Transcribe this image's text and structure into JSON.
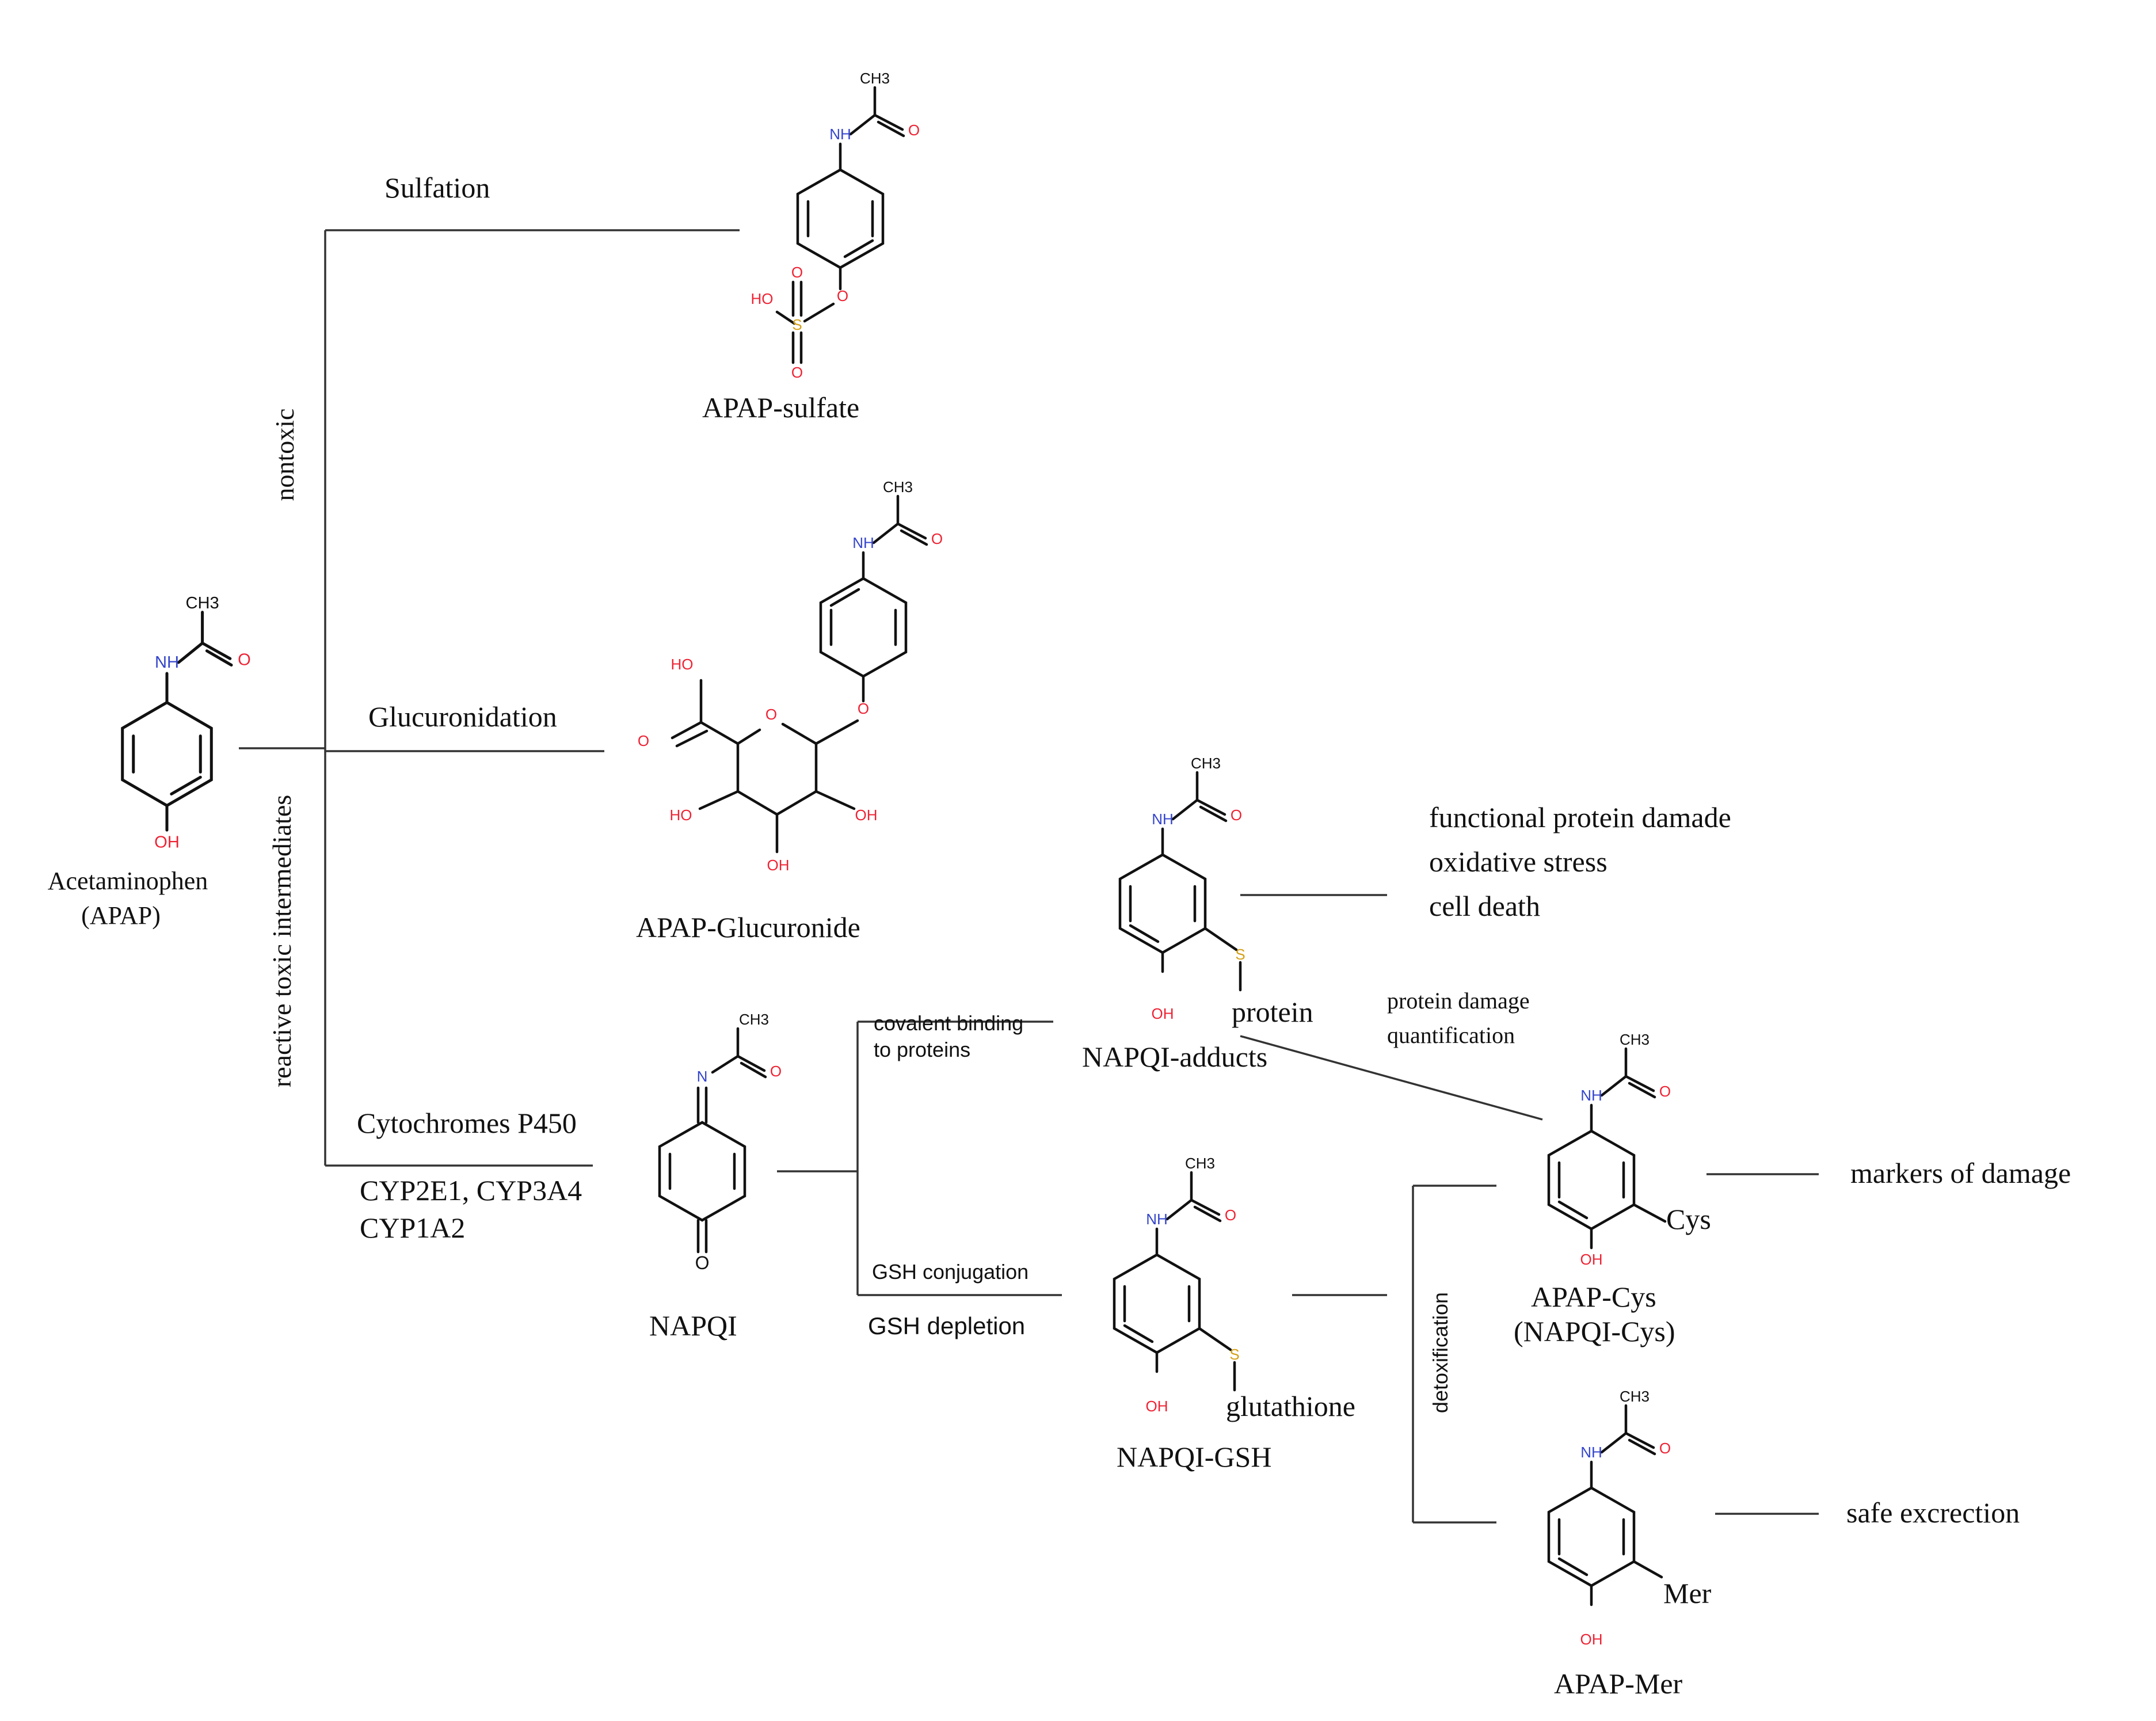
{
  "pathways": {
    "sulfation": "Sulfation",
    "glucuronidation": "Glucuronidation",
    "cytochromes": "Cytochromes P450",
    "cyp_line1": "CYP2E1, CYP3A4",
    "cyp_line2": "CYP1A2",
    "nontoxic": "nontoxic",
    "reactive": "reactive toxic intermediates",
    "covalent_line1": "covalent binding",
    "covalent_line2": "to proteins",
    "gsh_conjugation": "GSH conjugation",
    "gsh_depletion": "GSH depletion",
    "protein_damage_line1": "protein damage",
    "protein_damage_line2": "quantification",
    "detoxification": "detoxification"
  },
  "compounds": {
    "apap_line1": "Acetaminophen",
    "apap_line2": "(APAP)",
    "apap_sulfate": "APAP-sulfate",
    "apap_glucuronide": "APAP-Glucuronide",
    "napqi": "NAPQI",
    "napqi_adducts": "NAPQI-adducts",
    "napqi_gsh": "NAPQI-GSH",
    "apap_cys_line1": "APAP-Cys",
    "apap_cys_line2": "(NAPQI-Cys)",
    "apap_mer": "APAP-Mer"
  },
  "substituents": {
    "protein": "protein",
    "glutathione": "glutathione",
    "cys": "Cys",
    "mer": "Mer"
  },
  "outcomes": {
    "damage_line1": "functional protein damade",
    "damage_line2": "oxidative stress",
    "damage_line3": "cell death",
    "markers": "markers of damage",
    "excretion": "safe excrection"
  },
  "atoms": {
    "ch3": "CH3",
    "nh": "NH",
    "n": "N",
    "o": "O",
    "oh": "OH",
    "ho": "HO",
    "s": "S"
  },
  "colors": {
    "nitrogen": "#3344cc",
    "oxygen": "#ee2233",
    "sulfur": "#d4a017"
  }
}
